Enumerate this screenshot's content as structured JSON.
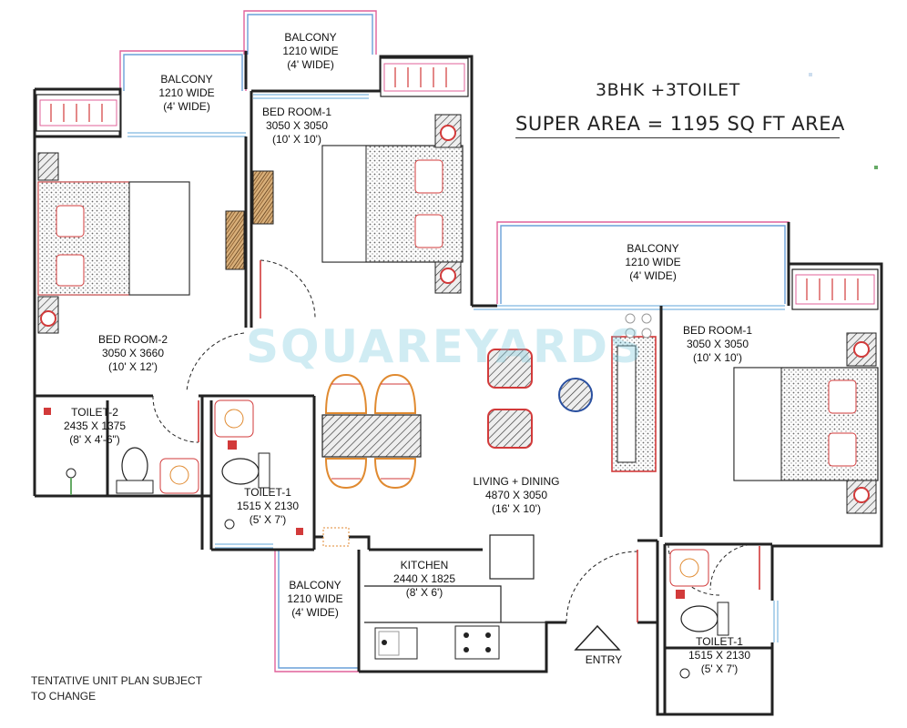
{
  "title": {
    "line1": "3BHK +3TOILET",
    "line2": "SUPER AREA = 1195 SQ FT AREA"
  },
  "watermark": "SQUAREYARDS",
  "note": {
    "line1": "TENTATIVE UNIT PLAN SUBJECT",
    "line2": "TO CHANGE"
  },
  "rooms": {
    "balcony_top_left": {
      "name": "BALCONY",
      "size": "1210 WIDE",
      "imperial": "(4' WIDE)"
    },
    "balcony_top_center": {
      "name": "BALCONY",
      "size": "1210 WIDE",
      "imperial": "(4' WIDE)"
    },
    "bedroom_1_left": {
      "name": "BED ROOM-1",
      "size": "3050 X 3050",
      "imperial": "(10' X 10')"
    },
    "bedroom_2": {
      "name": "BED ROOM-2",
      "size": "3050 X 3660",
      "imperial": "(10' X 12')"
    },
    "balcony_right": {
      "name": "BALCONY",
      "size": "1210 WIDE",
      "imperial": "(4' WIDE)"
    },
    "bedroom_1_right": {
      "name": "BED ROOM-1",
      "size": "3050 X 3050",
      "imperial": "(10' X 10')"
    },
    "toilet_2": {
      "name": "TOILET-2",
      "size": "2435 X 1375",
      "imperial": "(8' X 4'-6\")"
    },
    "toilet_1_left": {
      "name": "TOILET-1",
      "size": "1515 X 2130",
      "imperial": "(5' X 7')"
    },
    "living_dining": {
      "name": "LIVING + DINING",
      "size": "4870 X 3050",
      "imperial": "(16' X 10')"
    },
    "kitchen": {
      "name": "KITCHEN",
      "size": "2440 X 1825",
      "imperial": "(8' X 6')"
    },
    "balcony_bottom": {
      "name": "BALCONY",
      "size": "1210 WIDE",
      "imperial": "(4' WIDE)"
    },
    "toilet_1_right": {
      "name": "TOILET-1",
      "size": "1515 X 2130",
      "imperial": "(5' X 7')"
    }
  },
  "entry": "ENTRY",
  "colors": {
    "wall": "#222222",
    "balcony_rail_pink": "#e0609a",
    "balcony_rail_blue": "#6aa0d8",
    "window_blue": "#7fb7e0",
    "furniture_orange": "#e08a30",
    "furniture_red": "#d23a3a",
    "watermark": "#78c8dc"
  }
}
